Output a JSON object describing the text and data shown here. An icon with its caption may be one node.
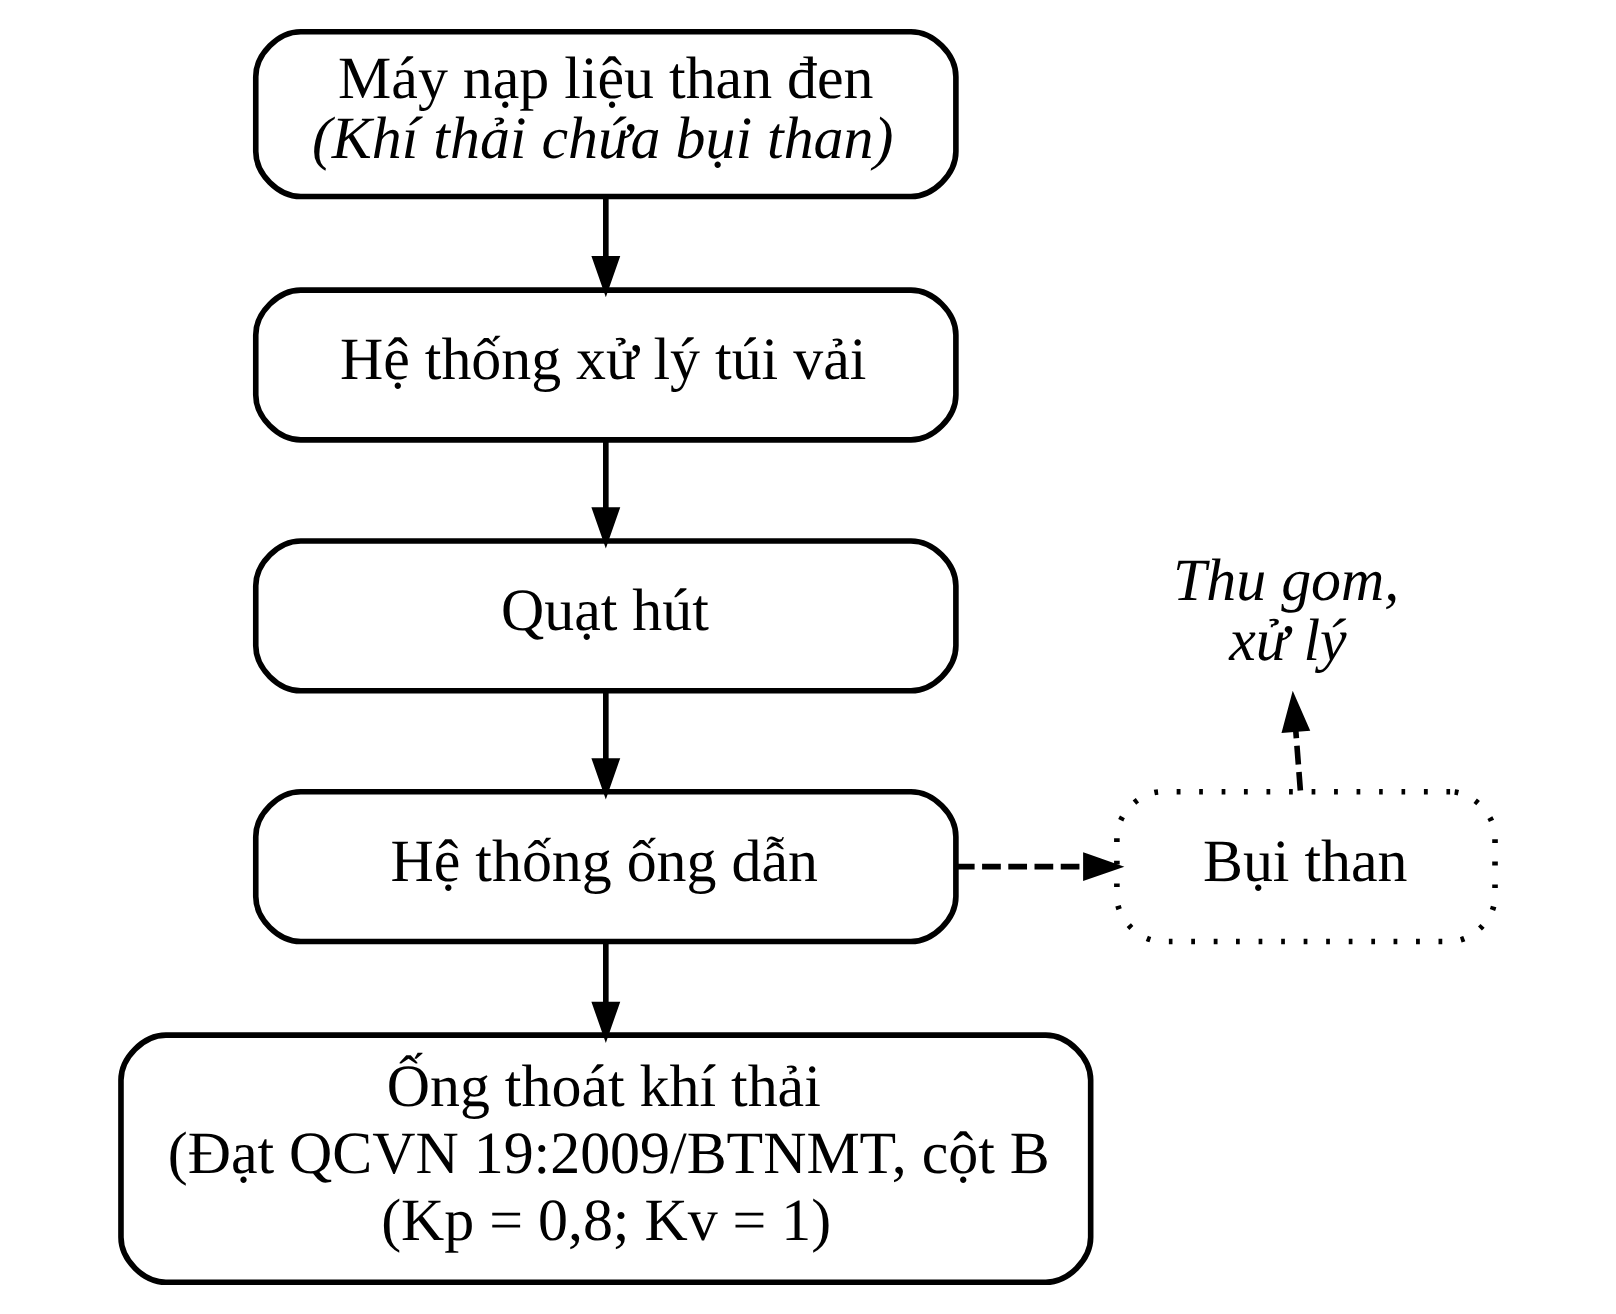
{
  "diagram": {
    "nodes": [
      {
        "text": [
          "Máy nạp liệu than đen",
          "(Khí thải chứa bụi than)"
        ]
      },
      {
        "text": [
          "Hệ thống xử lý túi vải"
        ]
      },
      {
        "text": [
          "Quạt hút"
        ]
      },
      {
        "text": [
          "Hệ thống ống dẫn"
        ]
      },
      {
        "text": [
          "Bụi than"
        ]
      },
      {
        "text": [
          "Thu gom, xử lý"
        ]
      },
      {
        "text": [
          "Ống thoát khí thải",
          "(Đạt QCVN 19:2009/BTNMT, cột B",
          "(Kp = 0,8; Kv = 1)"
        ]
      }
    ],
    "edges": [
      {
        "from": 0,
        "to": 1,
        "arrow": "to"
      },
      {
        "from": 1,
        "to": 2,
        "arrow": "to"
      },
      {
        "from": 2,
        "to": 3,
        "arrow": "to"
      },
      {
        "from": 3,
        "to": 4,
        "arrow": "to",
        "style": "dashed"
      },
      {
        "from": 4,
        "to": 5,
        "arrow": "to",
        "style": "dashed"
      },
      {
        "from": 3,
        "to": 6,
        "arrow": "to"
      }
    ]
  }
}
